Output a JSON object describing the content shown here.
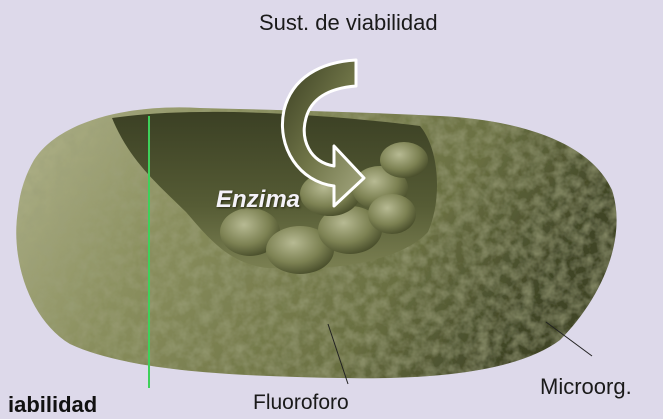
{
  "labels": {
    "top": "Sust. de viabilidad",
    "enzyme": "Enzima",
    "fluorophore": "Fluoroforo",
    "microorganism": "Microorg.",
    "bottom_left": "iabilidad"
  },
  "colors": {
    "background": "#ddd9ea",
    "cell_light": "#8f9463",
    "cell_mid": "#6d7344",
    "cell_dark": "#3e4324",
    "arrow_fill": "#4b4f2c",
    "arrow_edge": "#ffffff"
  }
}
